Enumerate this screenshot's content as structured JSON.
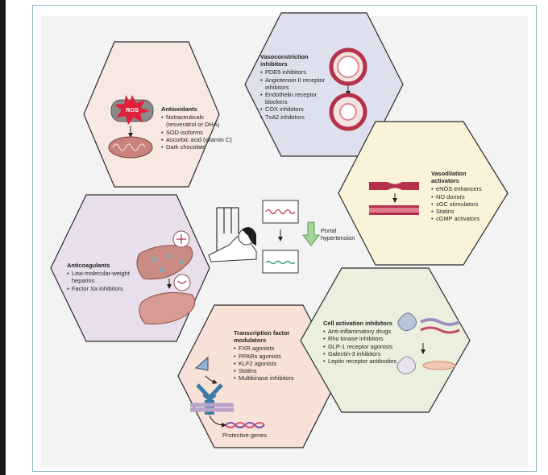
{
  "antioxidants": {
    "title": "Antioxidants",
    "items": [
      "Nutraceuticals (resveratrol or DHA)",
      "SOD isoforms",
      "Ascorbic acid (vitamin C)",
      "Dark chocolate"
    ],
    "ros_label": "ROS",
    "fill": "#f7e8e2"
  },
  "vasoconstriction": {
    "title": "Vasoconstriction inhibitors",
    "items": [
      "PDE5 inhibitors",
      "Angiotensin II receptor inhibitors",
      "Endothelin receptor blockers",
      "COX inhibitors",
      "TxA2 inhibitors"
    ],
    "fill": "#dfe0ed"
  },
  "vasodilation": {
    "title": "Vasodilation activators",
    "items": [
      "eNOS enhancers",
      "NO donors",
      "sGC stimulators",
      "Statins",
      "cGMP activators"
    ],
    "fill": "#fbf3d9"
  },
  "anticoagulants": {
    "title": "Anticoagulants",
    "items": [
      "Low-molecular-weight heparins",
      "Factor Xa inhibitors"
    ],
    "fill": "#e9dfec"
  },
  "transcription": {
    "title": "Transcription factor modulators",
    "items": [
      "FXR agonists",
      "PPARs agonists",
      "KLF2 agonists",
      "Statins",
      "Multikinase inhibitors"
    ],
    "gene_label": "Protective genes",
    "fill": "#f8e2d8"
  },
  "cell_activation": {
    "title": "Cell activation inhibitors",
    "items": [
      "Anti-inflammatory drugs",
      "Rho kinase inhibitors",
      "GLP-1 receptor agonists",
      "Galectin-3 inhibitors",
      "Leptin receptor antibodies"
    ],
    "fill": "#eaf0dd"
  },
  "center": {
    "label": "Portal hypertension",
    "arrow_color": "#7cb870",
    "wave_top_color": "#c23a57",
    "wave_bottom_color": "#2f9c7a"
  }
}
